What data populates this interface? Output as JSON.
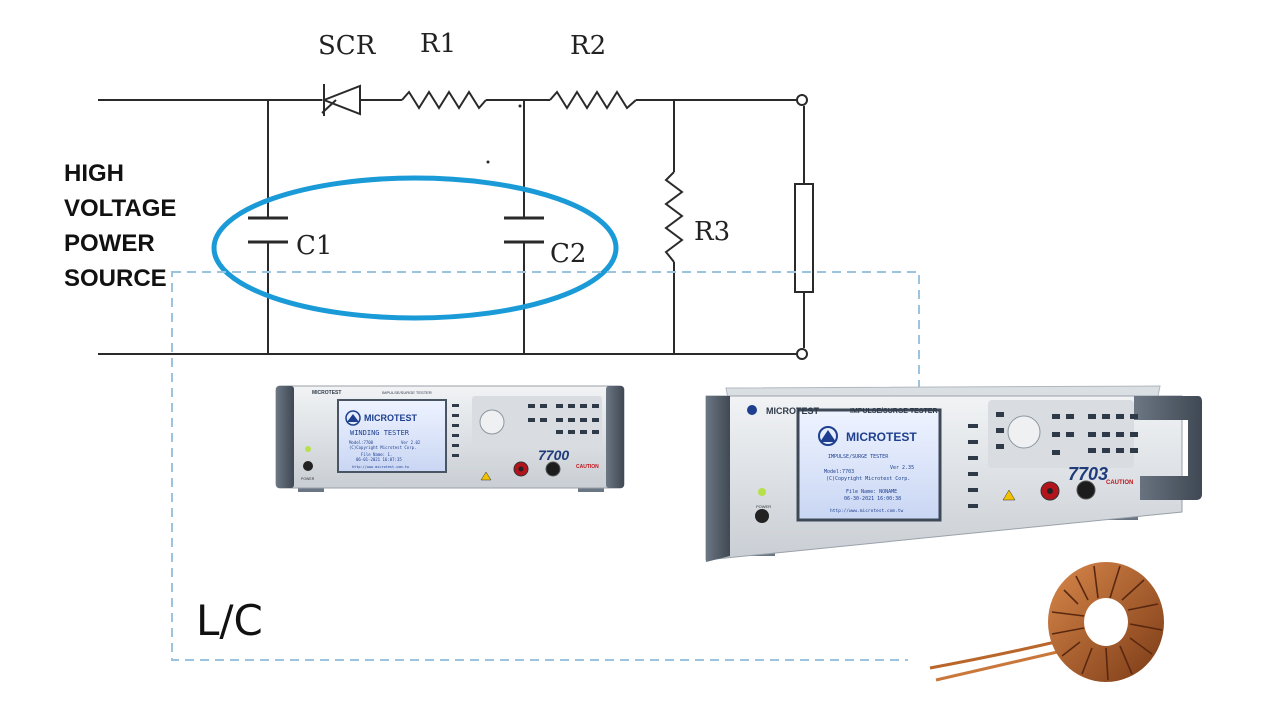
{
  "diagram": {
    "source_label": [
      "HIGH",
      "VOLTAGE",
      "POWER",
      "SOURCE"
    ],
    "components": {
      "scr": "SCR",
      "r1": "R1",
      "r2": "R2",
      "r3": "R3",
      "c1": "C1",
      "c2": "C2"
    },
    "highlight_color": "#1a9ad6",
    "group_border_color": "#9cc3e0",
    "group_label": "L/C"
  },
  "tester_small": {
    "brand": "MICROTEST",
    "product_type": "IMPULSE/SURGE TESTER",
    "screen_title": "WINDING TESTER",
    "model_line": "Model:7700",
    "version": "Ver 2.02",
    "copyright": "(C)Copyright Microtest Corp.",
    "file_name": "File Name: 1.",
    "datetime": "06-01-2021 16:07:35",
    "url": "http://www.microtest.com.tw",
    "model_badge": "7700",
    "caution": "CAUTION",
    "power": "POWER"
  },
  "tester_large": {
    "brand": "MICROTEST",
    "product_type": "IMPULSE/SURGE TESTER",
    "screen_title": "IMPULSE/SURGE TESTER",
    "model_line": "Model:7703",
    "version": "Ver 2.35",
    "copyright": "(C)Copyright Microtest Corp.",
    "file_name": "File Name: NONAME",
    "datetime": "06-30-2021 16:00:38",
    "url": "http://www.microtest.com.tw",
    "model_badge": "7703",
    "caution": "CAUTION",
    "power": "POWER"
  }
}
